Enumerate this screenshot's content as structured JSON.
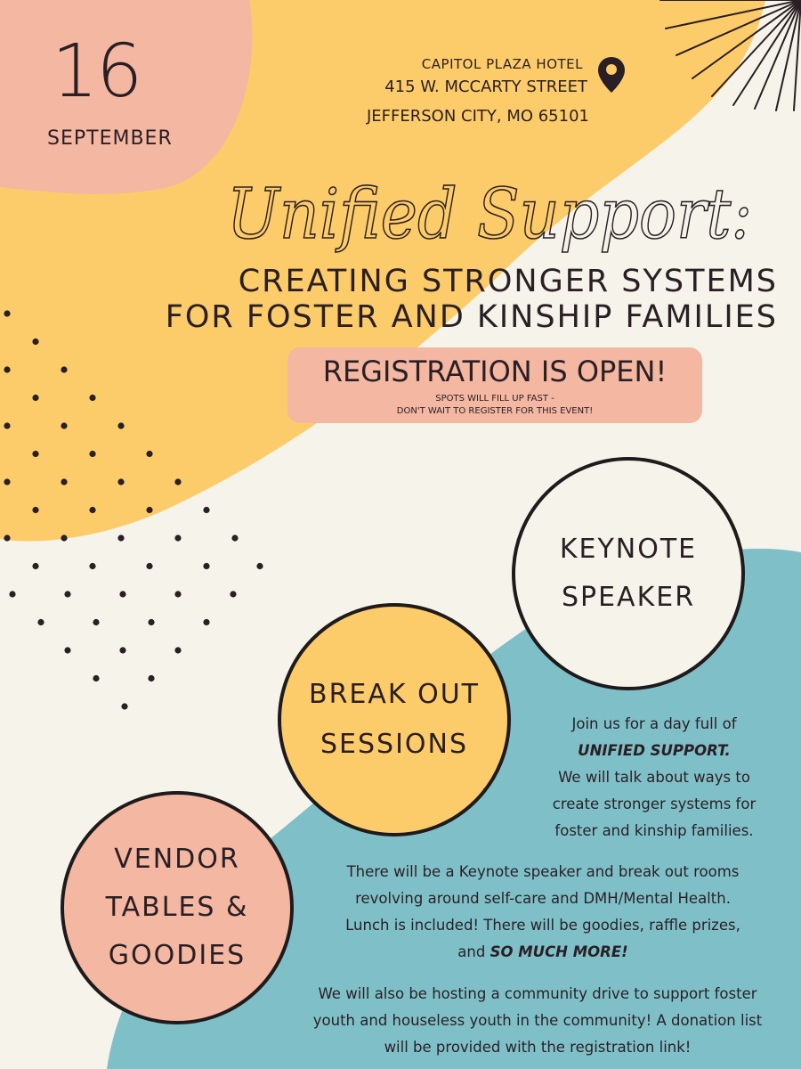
{
  "date": {
    "day": "16",
    "month": "SEPTEMBER"
  },
  "venue": {
    "name": "CAPITOL PLAZA HOTEL",
    "street": "415 W. MCCARTY STREET",
    "city": "JEFFERSON CITY, MO 65101",
    "icon": "location-pin-icon"
  },
  "title": {
    "script": "Unified Support:",
    "line1": "CREATING STRONGER SYSTEMS",
    "line2": "FOR FOSTER AND KINSHIP FAMILIES"
  },
  "registration": {
    "heading": "REGISTRATION IS OPEN!",
    "note_line1": "SPOTS WILL FILL UP FAST -",
    "note_line2": "DON'T WAIT TO REGISTER FOR THIS EVENT!"
  },
  "circles": {
    "keynote": {
      "line1": "KEYNOTE",
      "line2": "SPEAKER"
    },
    "breakout": {
      "line1": "BREAK OUT",
      "line2": "SESSIONS"
    },
    "vendor": {
      "line1": "VENDOR",
      "line2": "TABLES &",
      "line3": "GOODIES"
    }
  },
  "body": {
    "p1_line1": "Join us for a day full of",
    "p1_emphasis": "UNIFIED SUPPORT.",
    "p1_line3": "We will talk about ways to",
    "p1_line4": "create stronger systems for",
    "p1_line5": "foster and kinship families.",
    "p2_line1": "There will be a Keynote speaker and break out rooms",
    "p2_line2": "revolving around self-care and DMH/Mental Health.",
    "p2_line3": "Lunch is included! There will be goodies, raffle prizes,",
    "p2_line4_prefix": "and ",
    "p2_emphasis": "SO MUCH MORE!",
    "p3_line1": "We will also be hosting a community drive to support foster",
    "p3_line2": "youth and houseless youth in the community! A donation list",
    "p3_line3": "will be provided with the registration link!"
  },
  "colors": {
    "background": "#f6f4ea",
    "yellow": "#fdcc6a",
    "peach": "#f3b7a2",
    "teal": "#7fc0c8",
    "ink": "#2a1f24"
  }
}
